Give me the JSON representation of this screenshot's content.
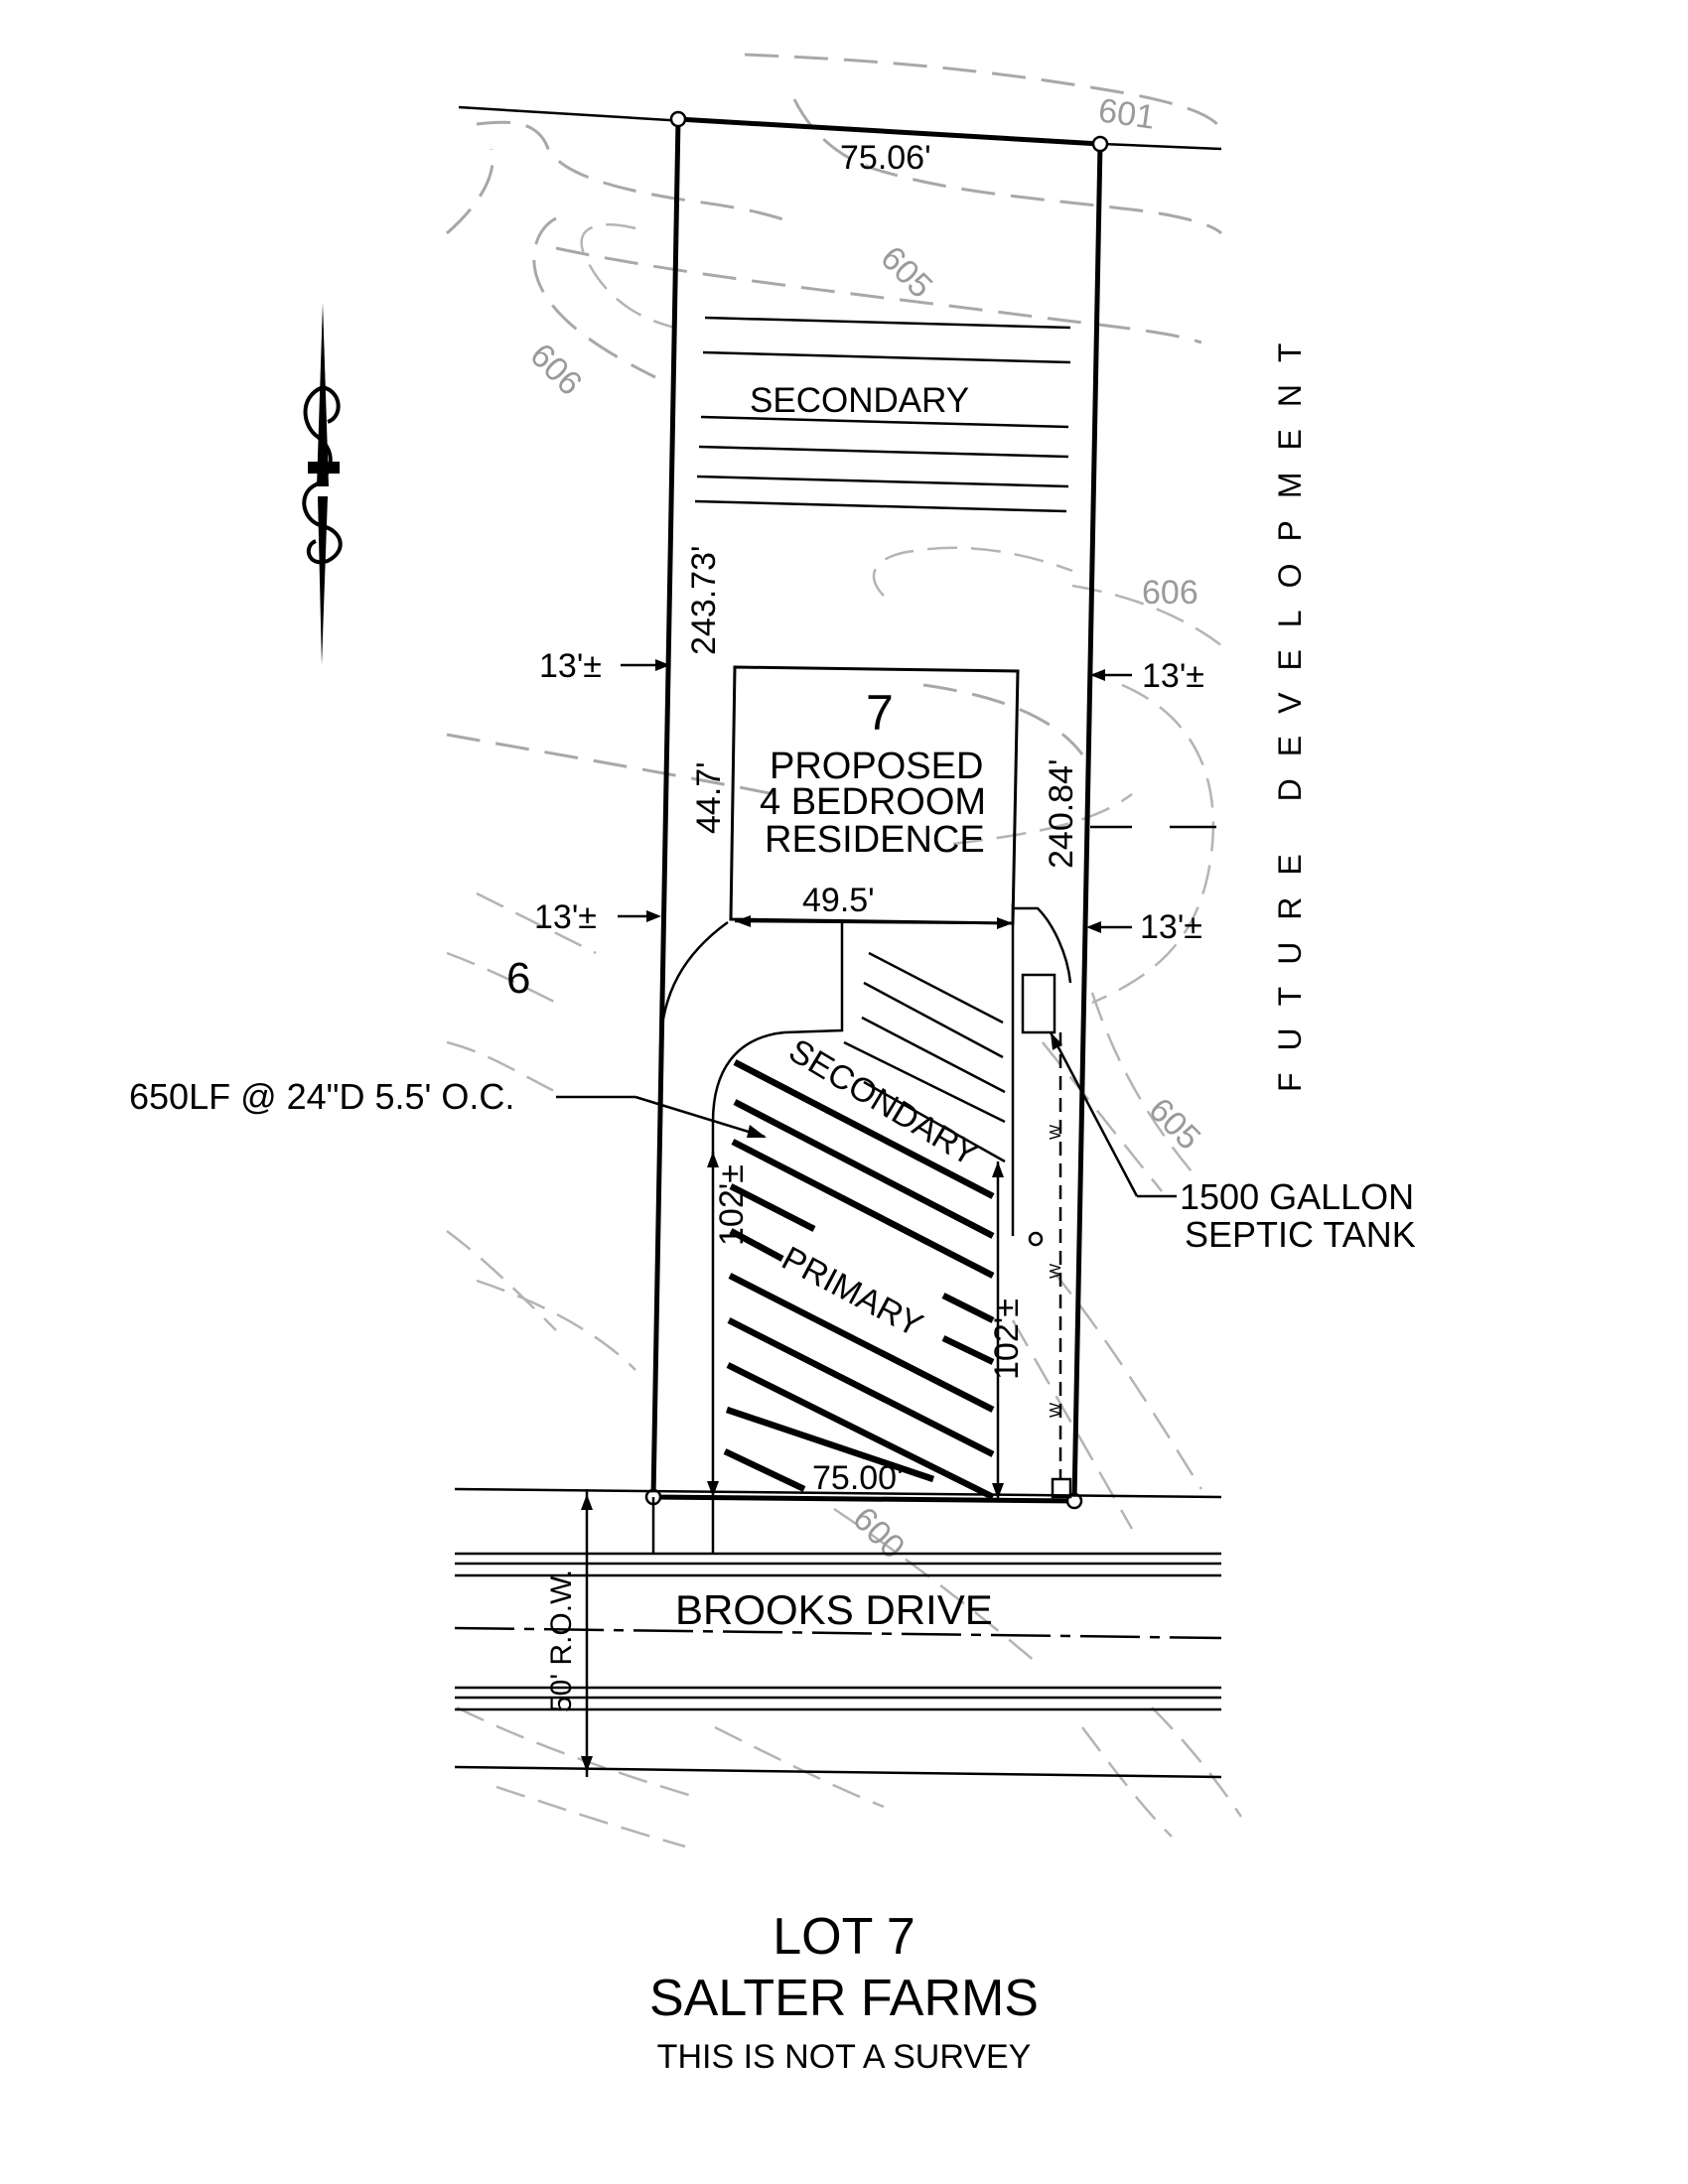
{
  "contours": {
    "c601": "601",
    "c605_top": "605",
    "c606_left": "606",
    "c606_right": "606",
    "c605_right": "605",
    "c600": "600"
  },
  "lot": {
    "number": "7",
    "adjacent_lot": "6",
    "top_dim": "75.06'",
    "bottom_dim": "75.00'",
    "left_dim": "243.73'",
    "right_dim": "240.84'"
  },
  "residence": {
    "line1": "PROPOSED",
    "line2": "4 BEDROOM",
    "line3": "RESIDENCE",
    "depth_dim": "44.7'",
    "width_dim": "49.5'"
  },
  "setbacks": {
    "upper_left": "13'±",
    "upper_right": "13'±",
    "lower_left": "13'±",
    "lower_right": "13'±"
  },
  "fields": {
    "secondary_upper": "SECONDARY",
    "secondary_lower": "SECONDARY",
    "primary": "PRIMARY",
    "primary_left_dim": "102'±",
    "primary_right_dim": "102'±",
    "trench_note": "650LF @ 24\"D 5.5' O.C."
  },
  "septic": {
    "line1": "1500 GALLON",
    "line2": "SEPTIC TANK",
    "sewer_mark": "W"
  },
  "adjacent": {
    "future_dev": "FUTURE DEVELOPMENT"
  },
  "road": {
    "name": "BROOKS DRIVE",
    "row": "50' R.O.W."
  },
  "title": {
    "line1": "LOT 7",
    "line2": "SALTER FARMS",
    "line3": "THIS IS NOT A SURVEY"
  }
}
